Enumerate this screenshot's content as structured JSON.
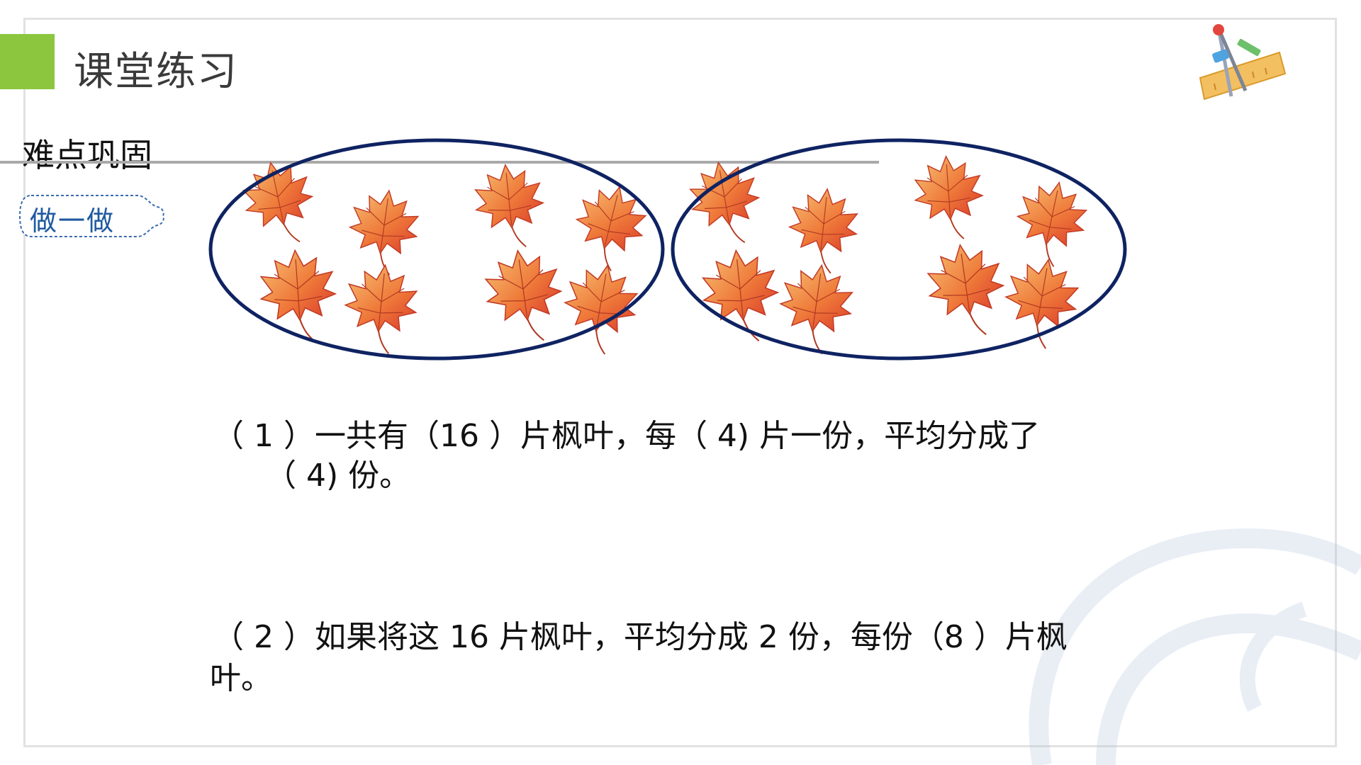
{
  "header": {
    "title": "课堂练习",
    "accent_color": "#8cc63f"
  },
  "section": {
    "label": "难点巩固",
    "badge": "做一做"
  },
  "illustration": {
    "icon": "ruler-compass-icon",
    "leaf_icon": "maple-leaf-icon",
    "ellipse_color": "#0f2362",
    "groups": 2,
    "leaves_per_group": 8
  },
  "questions": {
    "q1": {
      "line1": "（ 1 ）一共有（16 ）片枫叶，每（   4) 片一份，平均分成了",
      "line2": "（   4) 份。"
    },
    "q2": {
      "line1": "（ 2 ）如果将这 16 片枫叶，平均分成 2 份，每份（8     ）片枫",
      "line2": "叶。"
    }
  }
}
